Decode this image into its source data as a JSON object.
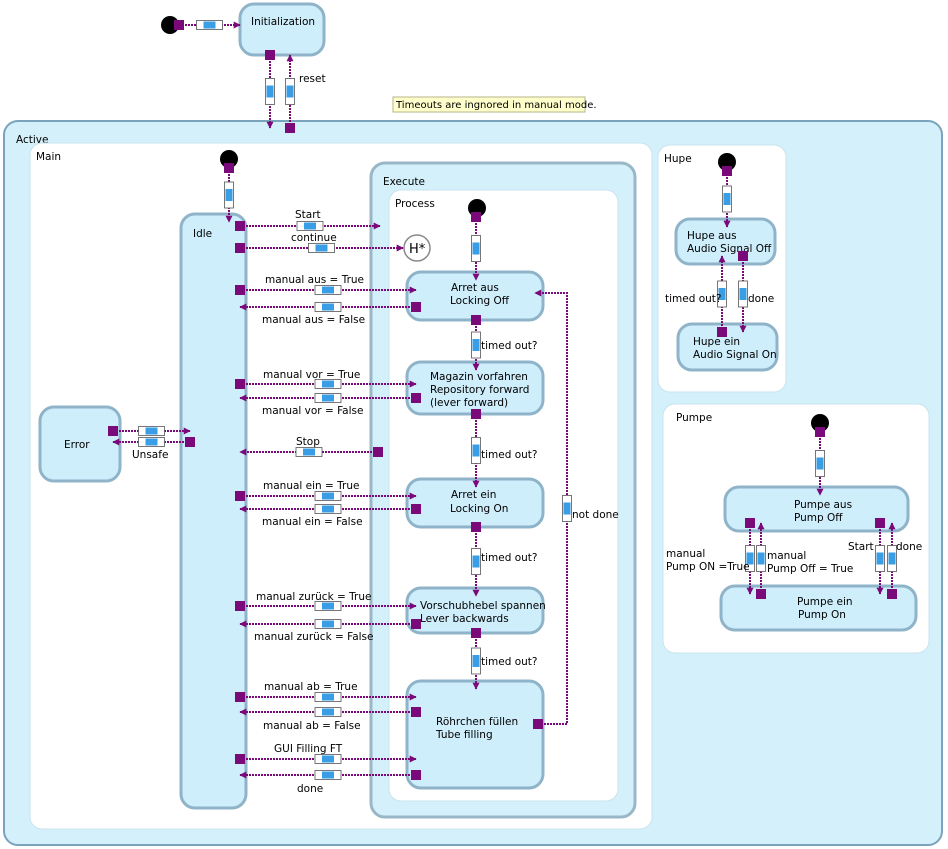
{
  "note": "Timeouts are ingnored in manual mode.",
  "colors": {
    "state_fill": "#cfeefb",
    "state_border": "#8fb3c8",
    "region_fill": "#d4f1fb",
    "region_inner": "#ffffff",
    "transition": "#7a0a7a",
    "marker_blue": "#3a9ee6",
    "note_fill": "#ffffcc"
  },
  "states": {
    "initialization": "Initialization",
    "active": "Active",
    "main": "Main",
    "idle": "Idle",
    "error": "Error",
    "execute": "Execute",
    "process": "Process",
    "arret_aus_1": "Arret aus",
    "arret_aus_2": "Locking Off",
    "magazin_1": "Magazin vorfahren",
    "magazin_2": "Repository forward",
    "magazin_3": "(lever forward)",
    "arret_ein_1": "Arret ein",
    "arret_ein_2": "Locking On",
    "vorschub_1": "Vorschubhebel spannen",
    "vorschub_2": "Lever backwards",
    "roehrchen_1": "Röhrchen füllen",
    "roehrchen_2": "Tube filling",
    "history": "H*",
    "hupe": "Hupe",
    "hupe_aus_1": "Hupe aus",
    "hupe_aus_2": "Audio Signal Off",
    "hupe_ein_1": "Hupe ein",
    "hupe_ein_2": "Audio Signal On",
    "pumpe": "Pumpe",
    "pumpe_aus_1": "Pumpe aus",
    "pumpe_aus_2": "Pump Off",
    "pumpe_ein_1": "Pumpe ein",
    "pumpe_ein_2": "Pump On"
  },
  "transitions": {
    "reset": "reset",
    "unsafe": "Unsafe",
    "start": "Start",
    "continue": "continue",
    "manual_aus_true": "manual aus = True",
    "manual_aus_false": "manual aus = False",
    "manual_vor_true": "manual vor = True",
    "manual_vor_false": "manual vor = False",
    "stop": "Stop",
    "manual_ein_true": "manual ein = True",
    "manual_ein_false": "manual ein = False",
    "manual_zurueck_true": "manual zurück = True",
    "manual_zurueck_false": "manual zurück = False",
    "manual_ab_true": "manual ab = True",
    "manual_ab_false": "manual ab = False",
    "gui_filling": "GUI Filling FT",
    "done": "done",
    "timed_out": "timed out?",
    "not_done": "not done",
    "hupe_timed_out": "timed out?",
    "hupe_done": "done",
    "pump_on_1": "manual",
    "pump_on_2": "Pump ON =True",
    "pump_off_1": "manual",
    "pump_off_2": "Pump Off = True",
    "pump_start": "Start",
    "pump_done": "done"
  }
}
